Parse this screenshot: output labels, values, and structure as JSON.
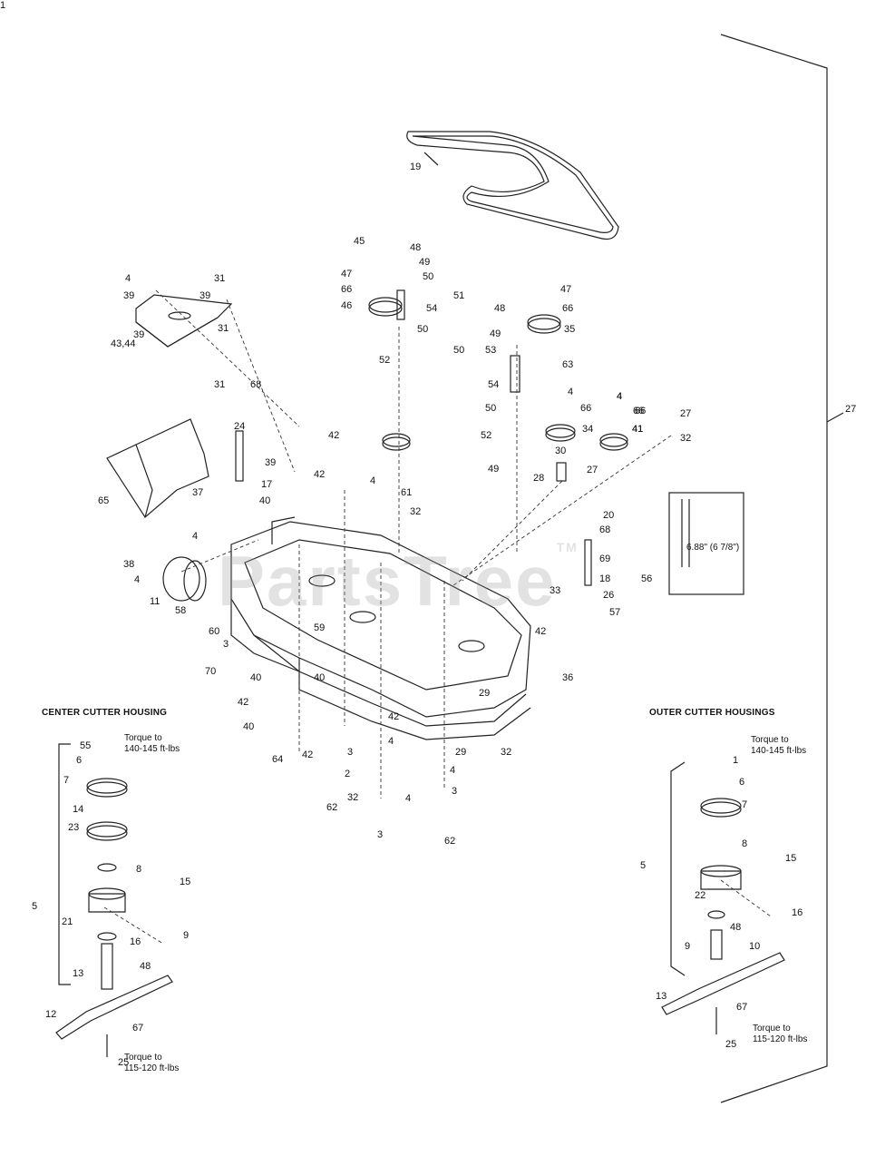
{
  "watermark": {
    "text": "PartsTree",
    "mark": "TM"
  },
  "headers": {
    "center": "CENTER CUTTER HOUSING",
    "outer": "OUTER CUTTER HOUSINGS"
  },
  "notes": {
    "torque_top_left": [
      "Torque to",
      "140-145 ft-lbs"
    ],
    "torque_bottom_left": [
      "Torque to",
      "115-120 ft-lbs"
    ],
    "torque_top_right": [
      "Torque to",
      "140-145 ft-lbs"
    ],
    "torque_bottom_right": [
      "Torque to",
      "115-120 ft-lbs"
    ],
    "dimension": "6.88\" (6 7/8\")"
  },
  "labels": [
    "19",
    "45",
    "48",
    "49",
    "47",
    "50",
    "66",
    "46",
    "54",
    "51",
    "50",
    "52",
    "48",
    "47",
    "66",
    "35",
    "49",
    "50",
    "53",
    "54",
    "63",
    "50",
    "52",
    "49",
    "28",
    "4",
    "66",
    "41",
    "27",
    "4",
    "66",
    "34",
    "30",
    "4",
    "66",
    "41",
    "27",
    "32",
    "4",
    "39",
    "31",
    "39",
    "31",
    "43,44",
    "39",
    "31",
    "68",
    "24",
    "65",
    "37",
    "39",
    "17",
    "42",
    "40",
    "42",
    "4",
    "61",
    "32",
    "4",
    "38",
    "4",
    "11",
    "58",
    "60",
    "3",
    "59",
    "70",
    "40",
    "40",
    "42",
    "40",
    "64",
    "42",
    "42",
    "4",
    "3",
    "2",
    "32",
    "62",
    "29",
    "4",
    "3",
    "32",
    "29",
    "36",
    "42",
    "4",
    "3",
    "62",
    "20",
    "68",
    "69",
    "56",
    "18",
    "33",
    "26",
    "57",
    "27",
    "55",
    "6",
    "7",
    "14",
    "23",
    "8",
    "15",
    "5",
    "21",
    "16",
    "9",
    "48",
    "13",
    "12",
    "67",
    "25",
    "1",
    "6",
    "7",
    "8",
    "15",
    "5",
    "22",
    "16",
    "48",
    "9",
    "10",
    "13",
    "67",
    "25",
    "1"
  ]
}
